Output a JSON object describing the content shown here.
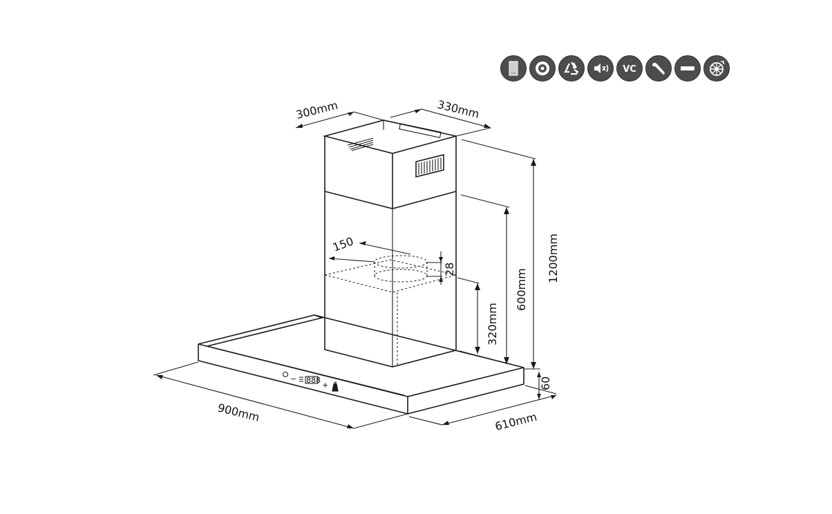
{
  "icons": [
    {
      "name": "filter-panel-icon"
    },
    {
      "name": "carbon-filter-icon"
    },
    {
      "name": "recirculation-icon"
    },
    {
      "name": "low-noise-icon"
    },
    {
      "name": "vc-motor-icon",
      "label": "VC"
    },
    {
      "name": "easy-install-icon"
    },
    {
      "name": "slim-profile-icon"
    },
    {
      "name": "turbo-fan-icon"
    }
  ],
  "dimensions": {
    "chimney_width": "300mm",
    "chimney_depth": "330mm",
    "total_height": "1200mm",
    "upper_chimney_height": "600mm",
    "lower_chimney_height": "320mm",
    "canopy_thickness": "60",
    "canopy_width": "900mm",
    "canopy_depth": "610mm",
    "outlet_diameter": "150",
    "outlet_height": "28"
  },
  "control_panel": {
    "minus": "−",
    "plus": "+",
    "display": "888"
  }
}
